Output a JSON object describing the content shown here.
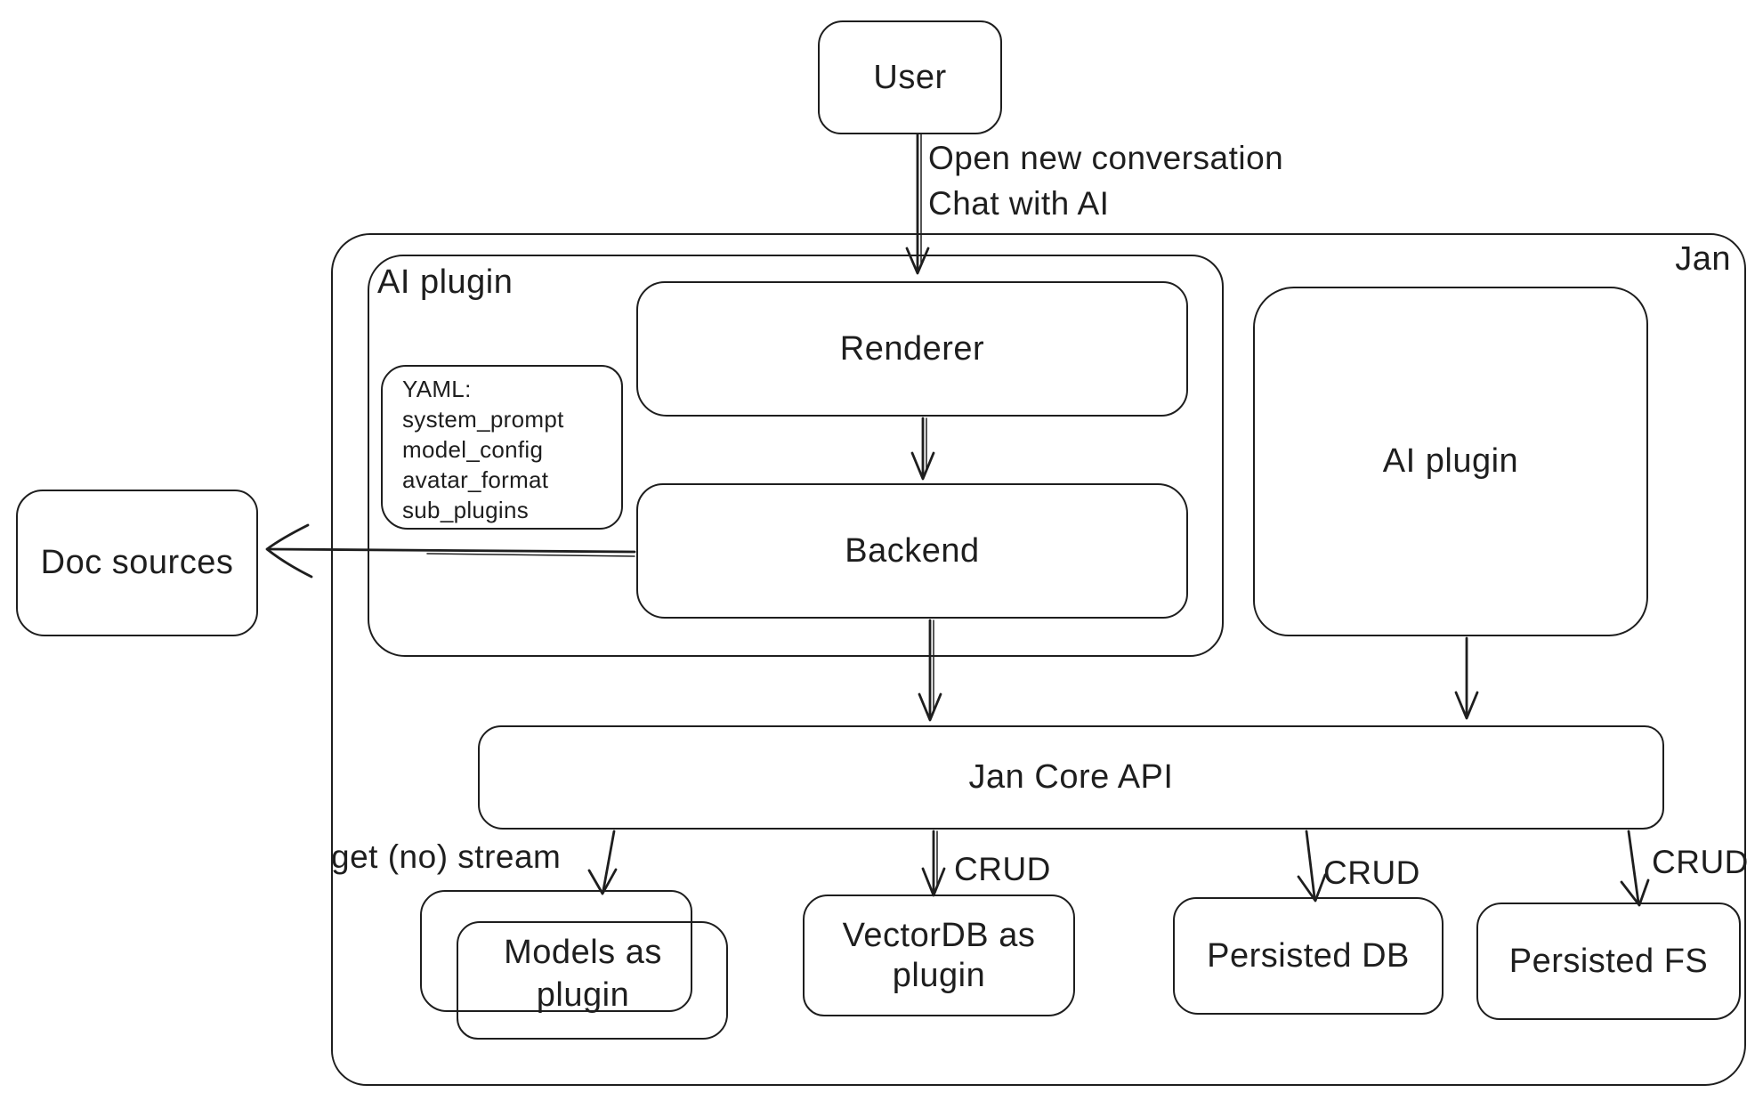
{
  "colors": {
    "stroke": "#1e1e1e",
    "background": "#ffffff"
  },
  "nodes": {
    "user": {
      "label": "User"
    },
    "jan": {
      "label": "Jan"
    },
    "ai_plugin_group": {
      "label": "AI plugin"
    },
    "renderer": {
      "label": "Renderer"
    },
    "backend": {
      "label": "Backend"
    },
    "yaml_note": {
      "lines": [
        "YAML:",
        "system_prompt",
        "model_config",
        "avatar_format",
        "sub_plugins"
      ]
    },
    "ai_plugin_right": {
      "label": "AI plugin"
    },
    "doc_sources": {
      "label": "Doc sources"
    },
    "jan_core_api": {
      "label": "Jan Core API"
    },
    "models_plugin": {
      "label": "Models as plugin"
    },
    "vectordb_plugin": {
      "label": "VectorDB as plugin"
    },
    "persisted_db": {
      "label": "Persisted DB"
    },
    "persisted_fs": {
      "label": "Persisted FS"
    }
  },
  "edges": {
    "user_to_renderer": {
      "label_line1": "Open new conversation",
      "label_line2": "Chat with AI"
    },
    "core_to_models": {
      "label": "get (no) stream"
    },
    "core_to_vectordb": {
      "label": "CRUD"
    },
    "core_to_persisted_db": {
      "label": "CRUD"
    },
    "core_to_persisted_fs": {
      "label": "CRUD"
    }
  }
}
